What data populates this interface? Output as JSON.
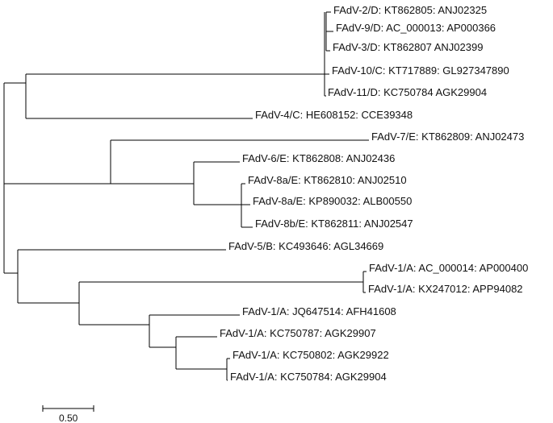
{
  "tree": {
    "leaves": [
      {
        "id": "l1",
        "label": "FAdV-2/D: KT862805: ANJ02325"
      },
      {
        "id": "l2",
        "label": "FAdV-9/D: AC_000013: AP000366"
      },
      {
        "id": "l3",
        "label": "FAdV-3/D: KT862807 ANJ02399"
      },
      {
        "id": "l4",
        "label": "FAdV-10/C: KT717889: GL927347890"
      },
      {
        "id": "l5",
        "label": "FAdV-11/D: KC750784 AGK29904"
      },
      {
        "id": "l6",
        "label": "FAdV-4/C: HE608152: CCE39348"
      },
      {
        "id": "l7",
        "label": "FAdV-7/E: KT862809: ANJ02473"
      },
      {
        "id": "l8",
        "label": "FAdV-6/E: KT862808: ANJ02436"
      },
      {
        "id": "l9",
        "label": "FAdV-8a/E: KT862810: ANJ02510"
      },
      {
        "id": "l10",
        "label": "FAdV-8a/E: KP890032: ALB00550"
      },
      {
        "id": "l11",
        "label": "FAdV-8b/E: KT862811: ANJ02547"
      },
      {
        "id": "l12",
        "label": "FAdV-5/B: KC493646: AGL34669"
      },
      {
        "id": "l13",
        "label": "FAdV-1/A: AC_000014: AP000400"
      },
      {
        "id": "l14",
        "label": "FAdV-1/A: KX247012: APP94082"
      },
      {
        "id": "l15",
        "label": "FAdV-1/A: JQ647514: AFH41608"
      },
      {
        "id": "l16",
        "label": "FAdV-1/A: KC750787: AGK29907"
      },
      {
        "id": "l17",
        "label": "FAdV-1/A: KC750802: AGK29922"
      },
      {
        "id": "l18",
        "label": "FAdV-1/A: KC750784: AGK29904"
      }
    ],
    "scale_bar": {
      "label": "0.50",
      "length": 0.5
    }
  }
}
